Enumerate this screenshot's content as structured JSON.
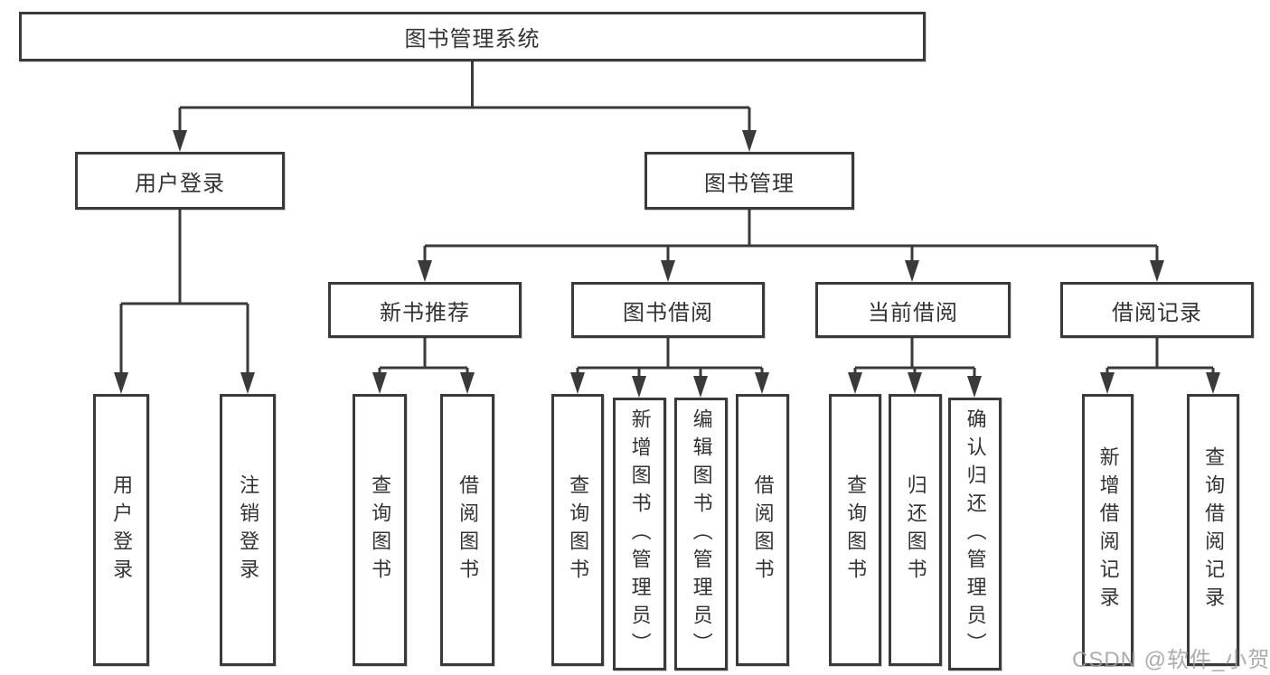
{
  "diagram": {
    "title": "图书管理系统",
    "nodes": {
      "root": "图书管理系统",
      "user_login": "用户登录",
      "book_management": "图书管理",
      "ul_login": "用户登录",
      "ul_logout": "注销登录",
      "bm_new_book": "新书推荐",
      "bm_book_borrow": "图书借阅",
      "bm_current_borrow": "当前借阅",
      "bm_borrow_record": "借阅记录",
      "nb_query": "查询图书",
      "nb_borrow": "借阅图书",
      "bb_query": "查询图书",
      "bb_add": "新增图书（管理员）",
      "bb_edit": "编辑图书（管理员）",
      "bb_borrow": "借阅图书",
      "cb_query": "查询图书",
      "cb_return": "归还图书",
      "cb_confirm": "确认归还（管理员）",
      "br_add": "新增借阅记录",
      "br_query": "查询借阅记录"
    },
    "watermark": "CSDN @软件_小贺同学",
    "colors": {
      "line": "#3a3a3a",
      "text": "#333333",
      "watermark": "#9e9e9e",
      "background": "#ffffff"
    }
  }
}
